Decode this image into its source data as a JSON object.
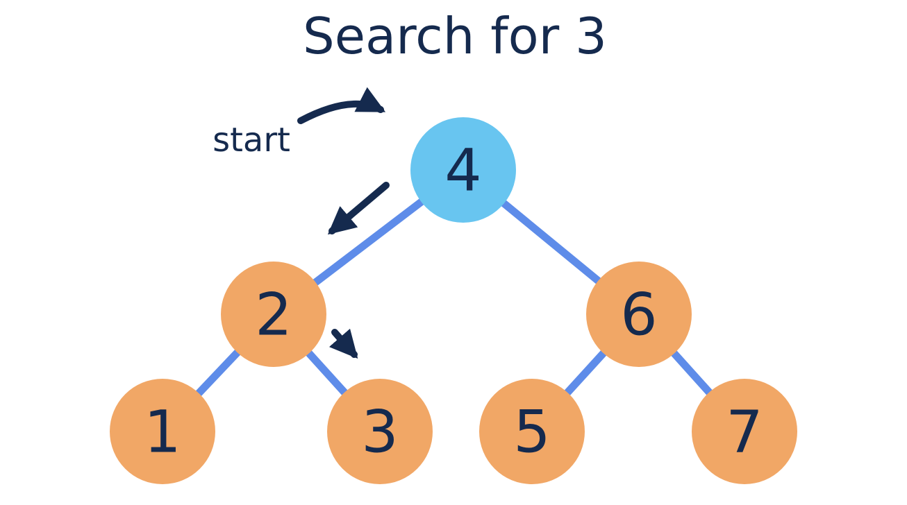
{
  "title": "Search for 3",
  "annotations": {
    "start_label": "start",
    "search_target": "3",
    "search_path": [
      "4",
      "2",
      "3"
    ]
  },
  "colors": {
    "background": "#FFFFFF",
    "navy": "#152A4E",
    "node_orange": "#F1A766",
    "node_highlight_blue": "#68C5F0",
    "edge_blue": "#5E8CE9"
  },
  "tree": {
    "nodes": [
      {
        "value": "4",
        "state": "highlighted"
      },
      {
        "value": "2",
        "state": "normal"
      },
      {
        "value": "6",
        "state": "normal"
      },
      {
        "value": "1",
        "state": "normal"
      },
      {
        "value": "3",
        "state": "normal"
      },
      {
        "value": "5",
        "state": "normal"
      },
      {
        "value": "7",
        "state": "normal"
      }
    ],
    "edges": [
      "4-2",
      "4-6",
      "2-1",
      "2-3",
      "6-5",
      "6-7"
    ]
  }
}
